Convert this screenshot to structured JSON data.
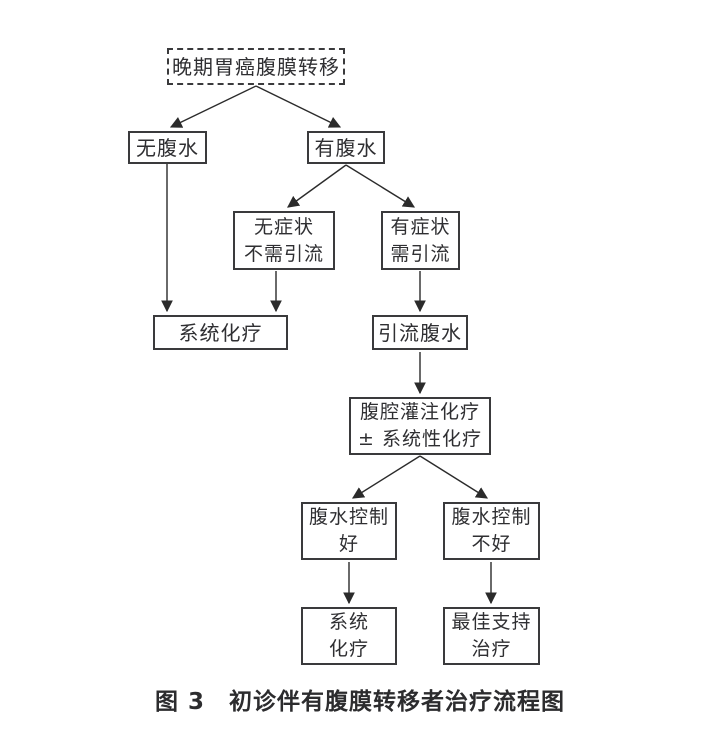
{
  "figure": {
    "caption": "图 3　初诊伴有腹膜转移者治疗流程图"
  },
  "colors": {
    "background": "#ffffff",
    "line": "#2b2b2b",
    "box_border": "#3a3a3c",
    "text": "#2f2f32"
  },
  "flowchart": {
    "nodes": {
      "root": {
        "label": "晚期胃癌腹膜转移",
        "border": "dashed"
      },
      "no_ascites": {
        "label": "无腹水"
      },
      "ascites": {
        "label": "有腹水"
      },
      "asymptomatic": {
        "label": "无症状\n不需引流"
      },
      "symptomatic": {
        "label": "有症状\n需引流"
      },
      "systemic_chemo": {
        "label": "系统化疗"
      },
      "drain_ascites": {
        "label": "引流腹水"
      },
      "ip_chemo": {
        "label": "腹腔灌注化疗\n± 系统性化疗"
      },
      "ascites_controlled": {
        "label": "腹水控制\n好"
      },
      "ascites_uncontrolled": {
        "label": "腹水控制\n不好"
      },
      "systemic_chemo_2": {
        "label": "系统\n化疗"
      },
      "best_supportive_care": {
        "label": "最佳支持\n治疗"
      }
    },
    "edges": [
      {
        "from": "root",
        "to": "no_ascites"
      },
      {
        "from": "root",
        "to": "ascites"
      },
      {
        "from": "no_ascites",
        "to": "systemic_chemo"
      },
      {
        "from": "ascites",
        "to": "asymptomatic"
      },
      {
        "from": "ascites",
        "to": "symptomatic"
      },
      {
        "from": "asymptomatic",
        "to": "systemic_chemo"
      },
      {
        "from": "symptomatic",
        "to": "drain_ascites"
      },
      {
        "from": "drain_ascites",
        "to": "ip_chemo"
      },
      {
        "from": "ip_chemo",
        "to": "ascites_controlled"
      },
      {
        "from": "ip_chemo",
        "to": "ascites_uncontrolled"
      },
      {
        "from": "ascites_controlled",
        "to": "systemic_chemo_2"
      },
      {
        "from": "ascites_uncontrolled",
        "to": "best_supportive_care"
      }
    ]
  }
}
